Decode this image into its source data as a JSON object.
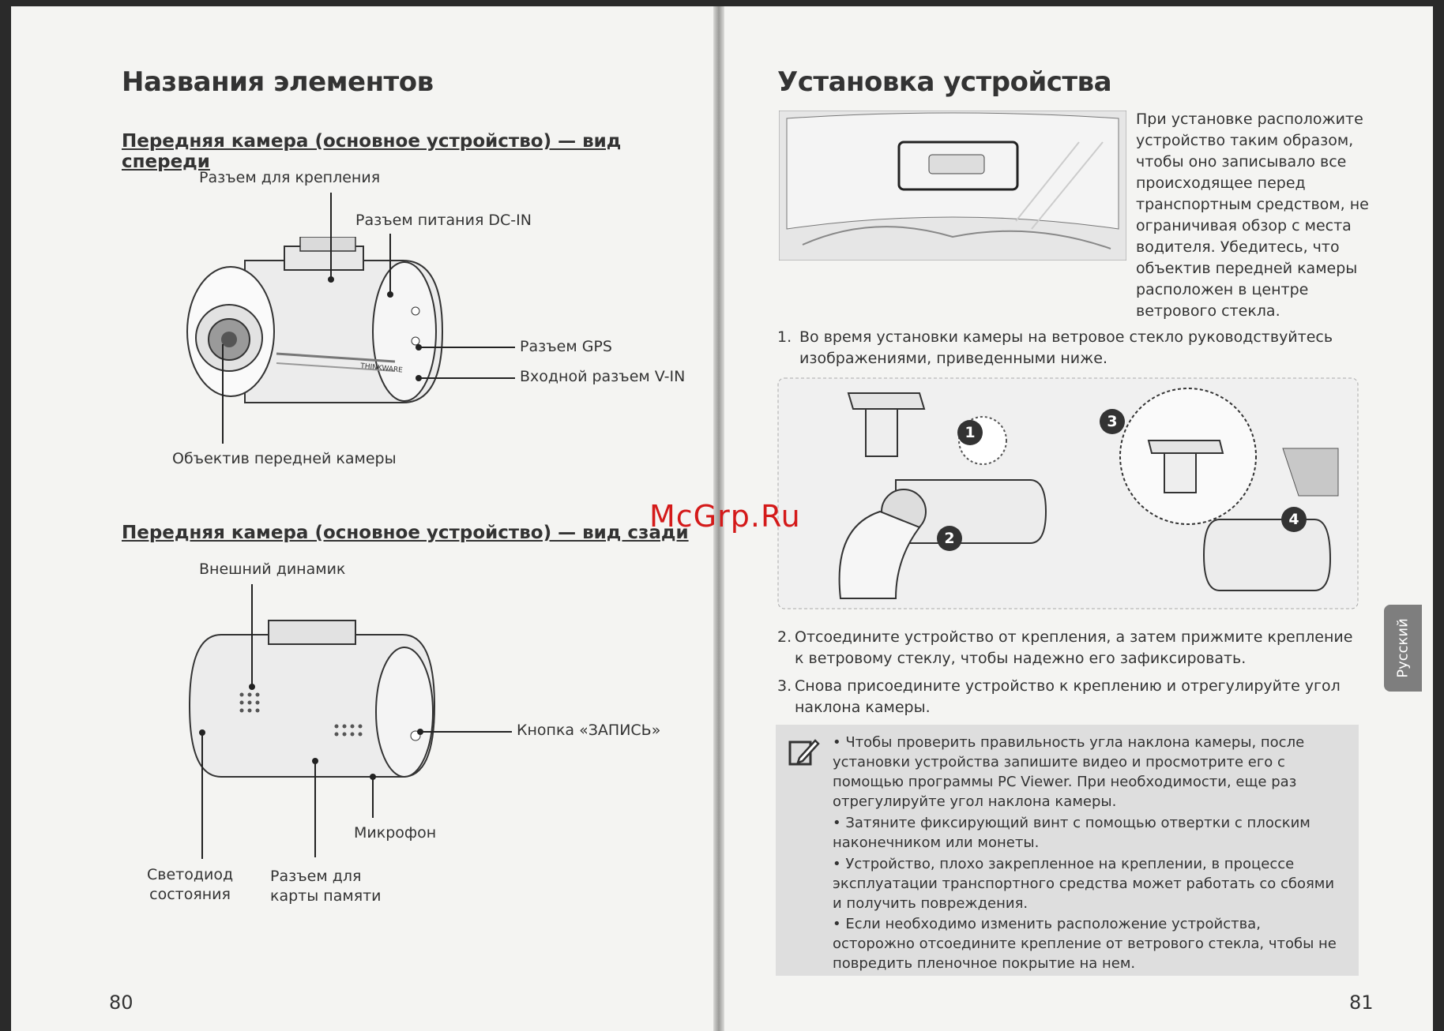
{
  "left_page": {
    "title": "Названия элементов",
    "front_section_title": "Передняя камера (основное устройство) — вид спереди",
    "front_labels": {
      "mount_connector": "Разъем для крепления",
      "dc_in": "Разъем питания DC-IN",
      "gps": "Разъем GPS",
      "vin": "Входной разъем V-IN",
      "lens": "Объектив передней камеры"
    },
    "rear_section_title": "Передняя камера (основное устройство) — вид сзади",
    "rear_labels": {
      "speaker": "Внешний динамик",
      "record_button": "Кнопка «ЗАПИСЬ»",
      "microphone": "Микрофон",
      "status_led": "Светодиод\nсостояния",
      "memory_slot": "Разъем для\nкарты памяти"
    },
    "camera_brand": "THINKWARE",
    "page_number": "80"
  },
  "right_page": {
    "title": "Установка устройства",
    "intro": "При установке расположите устройство таким образом, чтобы оно записывало все происходящее перед транспортным средством, не ограничивая обзор с места водителя. Убедитесь, что объектив передней камеры расположен в центре ветрового стекла.",
    "steps": [
      {
        "num": "1.",
        "text": "Во время установки камеры на ветровое стекло руководствуйтесь изображениями, приведенными ниже."
      },
      {
        "num": "2.",
        "text": "Отсоедините устройство от крепления, а затем прижмите крепление к ветровому стеклу, чтобы надежно его зафиксировать."
      },
      {
        "num": "3.",
        "text": "Снова присоедините устройство к креплению и отрегулируйте угол наклона камеры."
      }
    ],
    "figure_markers": [
      "1",
      "2",
      "3",
      "4"
    ],
    "notes": [
      "Чтобы проверить правильность угла наклона камеры, после установки устройства запишите видео и просмотрите его с помощью программы PC Viewer. При необходимости, еще раз отрегулируйте угол наклона камеры.",
      "Затяните фиксирующий винт с помощью отвертки с плоским наконечником или монеты.",
      "Устройство, плохо закрепленное на креплении, в процессе эксплуатации транспортного средства может работать со сбоями и получить повреждения.",
      "Если необходимо изменить расположение устройства, осторожно отсоедините крепление от ветрового стекла, чтобы не повредить пленочное покрытие на нем."
    ],
    "side_tab": "Русский",
    "page_number": "81"
  },
  "watermark": "McGrp.Ru",
  "colors": {
    "watermark": "#d41a1a",
    "note_bg": "#dedede",
    "tab_bg": "#7e7e7e"
  }
}
